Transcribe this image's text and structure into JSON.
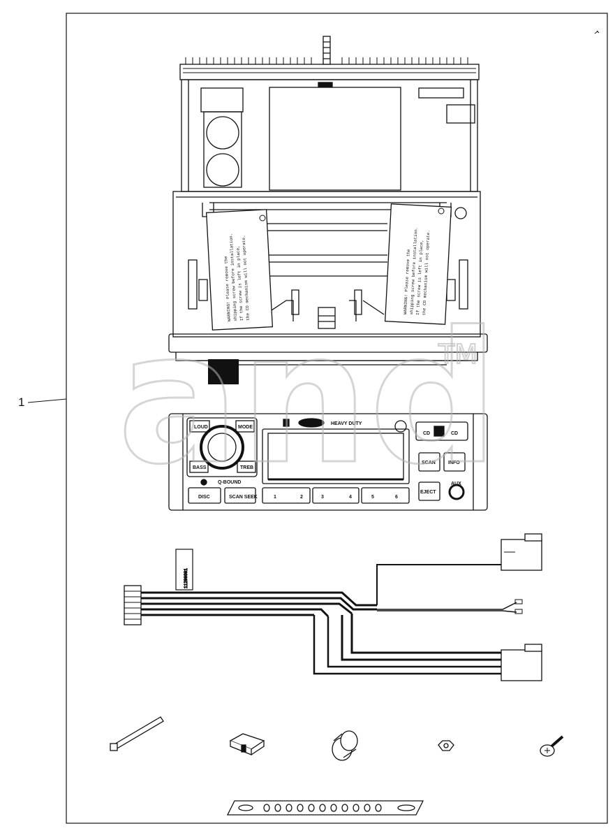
{
  "callout": {
    "number": "1"
  },
  "warning_labels": {
    "left": "WARNING! Please remove the shipping screw before installation. If the screw is left in place, the CD mechanism will not operate.",
    "right": "WARNING! Please remove the shipping screw before installation. If the screw is left in place, the CD mechanism will not operate."
  },
  "faceplate": {
    "brand": "HEAVY DUTY",
    "btn_top_left": "LOUD",
    "btn_top_right": "MODE",
    "btn_bottom_left": "BASS",
    "btn_bottom_right": "TREB",
    "knob_caption": "Q-BOUND",
    "band_label": "DISC",
    "scan_label": "SCAN SEEK",
    "presets": [
      "1",
      "2",
      "3",
      "4",
      "5",
      "6"
    ],
    "cd_label_left": "CD",
    "cd_label_right": "CD",
    "right_btn_1": "SCAN",
    "right_btn_2": "INFO",
    "right_btn_3": "EJECT",
    "right_btn_4": "AUX"
  },
  "harness": {
    "tag_text": "11200801"
  },
  "colors": {
    "line": "#111111",
    "watermark": "#b4b4b4",
    "background": "#ffffff"
  },
  "watermark": {
    "text": "and",
    "tm": "TM"
  }
}
